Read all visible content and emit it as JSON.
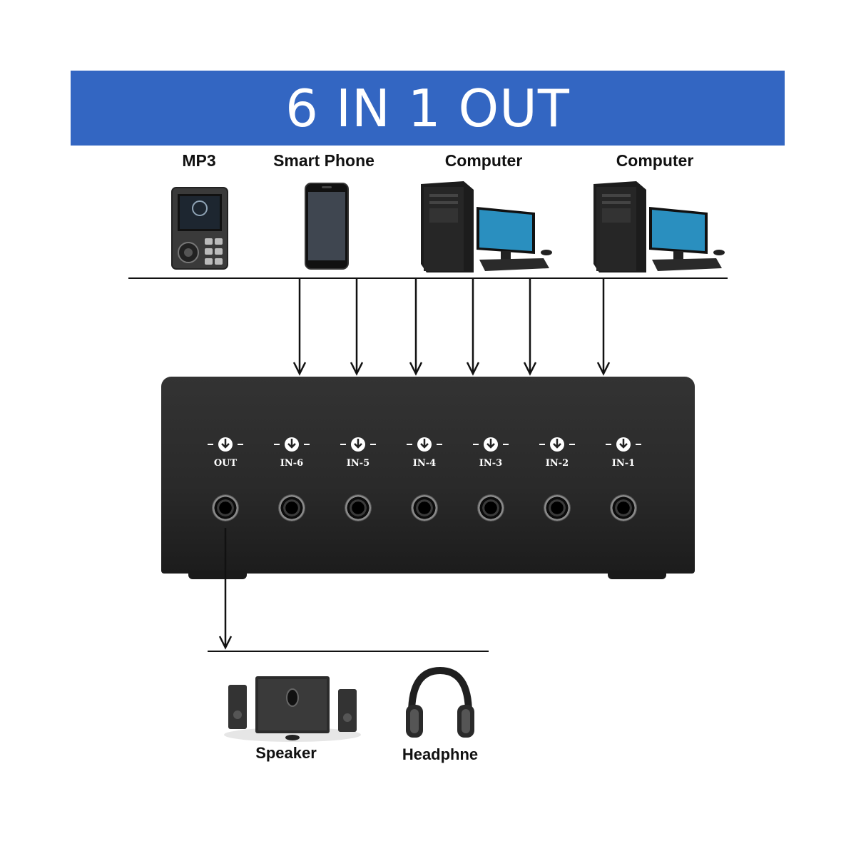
{
  "banner": {
    "title": "6 IN 1 OUT"
  },
  "sources": [
    {
      "label": "MP3",
      "icon": "mp3-player-icon"
    },
    {
      "label": "Smart Phone",
      "icon": "smartphone-icon"
    },
    {
      "label": "Computer",
      "icon": "desktop-computer-icon"
    },
    {
      "label": "Computer",
      "icon": "desktop-computer-icon"
    }
  ],
  "device": {
    "ports": [
      {
        "label": "OUT"
      },
      {
        "label": "IN-6"
      },
      {
        "label": "IN-5"
      },
      {
        "label": "IN-4"
      },
      {
        "label": "IN-3"
      },
      {
        "label": "IN-2"
      },
      {
        "label": "IN-1"
      }
    ]
  },
  "outputs": [
    {
      "label": "Speaker",
      "icon": "speaker-system-icon"
    },
    {
      "label": "Headphne",
      "icon": "headphone-icon"
    }
  ],
  "colors": {
    "banner": "#3366c2",
    "device": "#2a2a2a"
  }
}
